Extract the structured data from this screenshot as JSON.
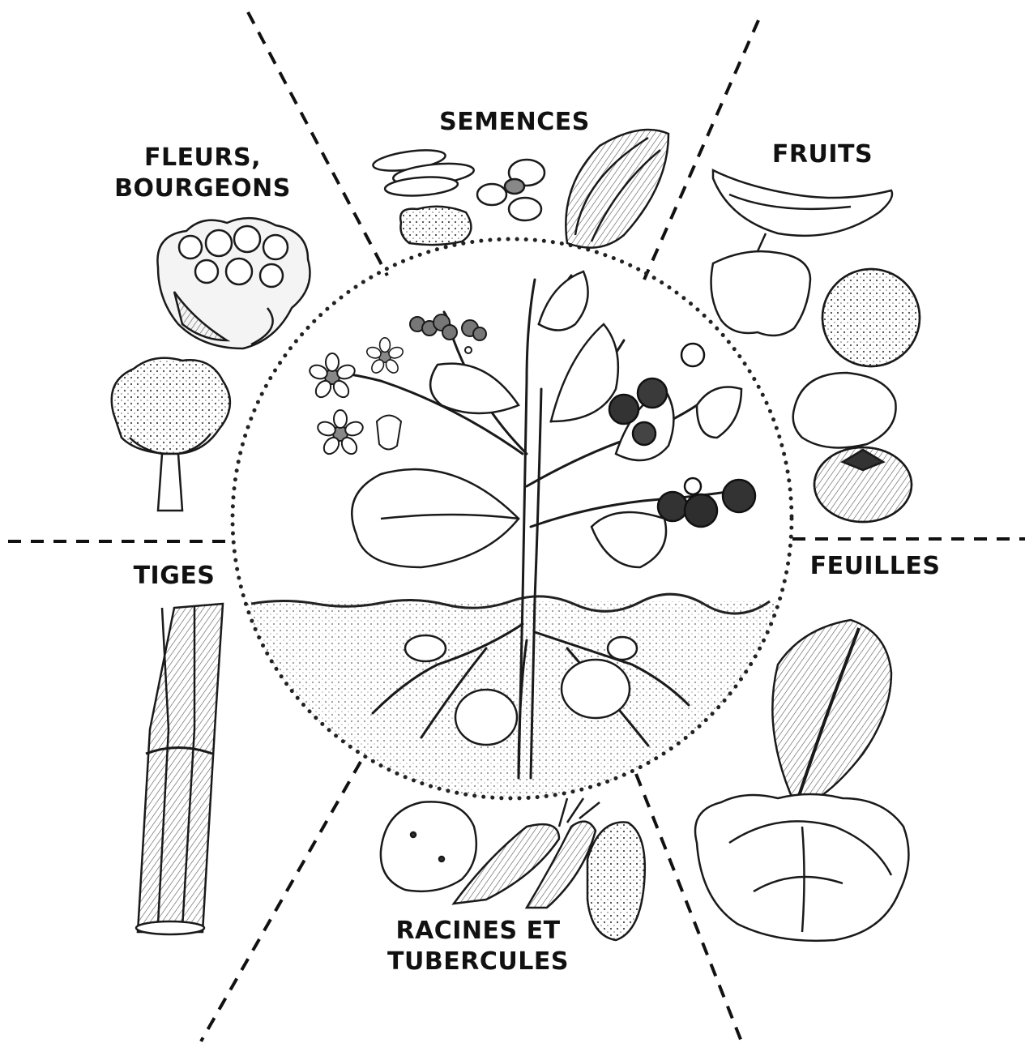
{
  "labels": {
    "semences": "SEMENCES",
    "fleurs_line1": "FLEURS,",
    "fleurs_line2": "BOURGEONS",
    "fruits": "FRUITS",
    "feuilles": "FEUILLES",
    "tiges": "TIGES",
    "racines_line1": "RACINES ET",
    "racines_line2": "TUBERCULES"
  },
  "colors": {
    "ink": "#1a1a1a",
    "shade": "#bdbdbd",
    "soil": "#d9d9d9",
    "background": "#ffffff"
  }
}
